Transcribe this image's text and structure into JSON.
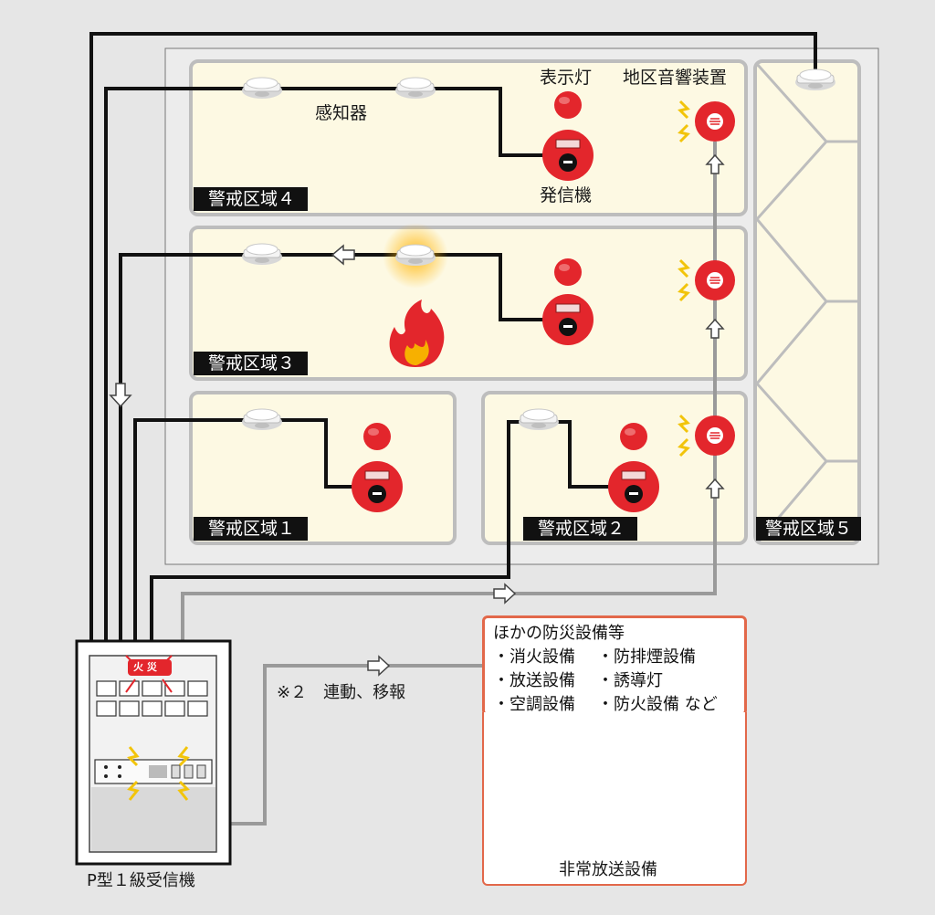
{
  "zones": [
    {
      "label": "警戒区域４"
    },
    {
      "label": "警戒区域３"
    },
    {
      "label": "警戒区域１"
    },
    {
      "label": "警戒区域２"
    },
    {
      "label": "警戒区域５"
    }
  ],
  "labels": {
    "indicator_lamp": "表示灯",
    "sounder": "地区音響装置",
    "detector": "感知器",
    "transmitter": "発信機",
    "receiver": "P型１級受信機",
    "interlock_note": "※２　連動、移報",
    "broadcast": "非常放送設備",
    "fire_sign": "火 災"
  },
  "equipment_panel": {
    "title": "ほかの防災設備等",
    "items": [
      "・消火設備",
      "・防排煙設備",
      "・放送設備",
      "・誘導灯",
      "・空調設備",
      "・防火設備 など"
    ]
  },
  "colors": {
    "zone_fill": "#fdf9e3",
    "red": "#e3262c",
    "panel_border": "#e2684a",
    "wire": "#111111",
    "wire_gray": "#9a9a9a"
  }
}
